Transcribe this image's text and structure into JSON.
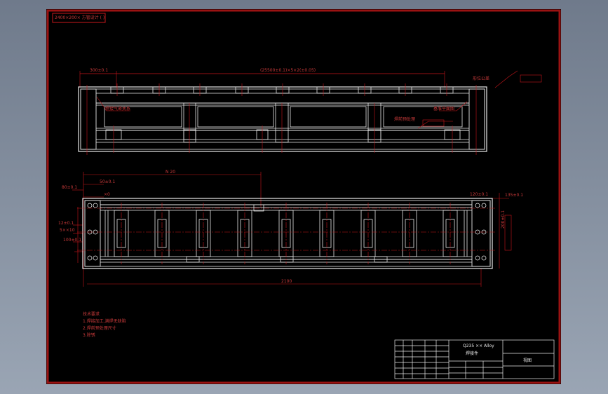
{
  "title_tag": "2400×200× 方管设计 ( )",
  "top_view": {
    "dim_left": "300±0.1",
    "dim_span": "(25500±0.1)×5×2(±0.05)",
    "note_right": "形位公差",
    "note_left": "焊接气密关系",
    "note_mid": "基准平面图",
    "note_center": "焊前预处理"
  },
  "bottom_view": {
    "dim_top": "N 20",
    "dim_a": "50±0.1",
    "dim_b": "80±0.1",
    "dim_c": "120±0.1",
    "dim_right": "135±0.1",
    "dim_bottom": "2100",
    "dim_r": "×0",
    "dim_left1": "12±0.1",
    "dim_left2": "5××10",
    "dim_left3": "100±0.1",
    "dim_vert": "200±0.1"
  },
  "notes": {
    "heading": "技术要求",
    "line1": "1.焊接加工,满焊无缺陷",
    "line2": "2.焊前预处理尺寸",
    "line3": "3.除锈"
  },
  "title_block": {
    "line1": "Q235 ×× Alloy",
    "line2": "焊接件",
    "name": "视图"
  },
  "colors": {
    "background": "#000000",
    "line_red": "#c8171b",
    "line_white": "#e8e8e8",
    "frame": "#8b1010"
  }
}
